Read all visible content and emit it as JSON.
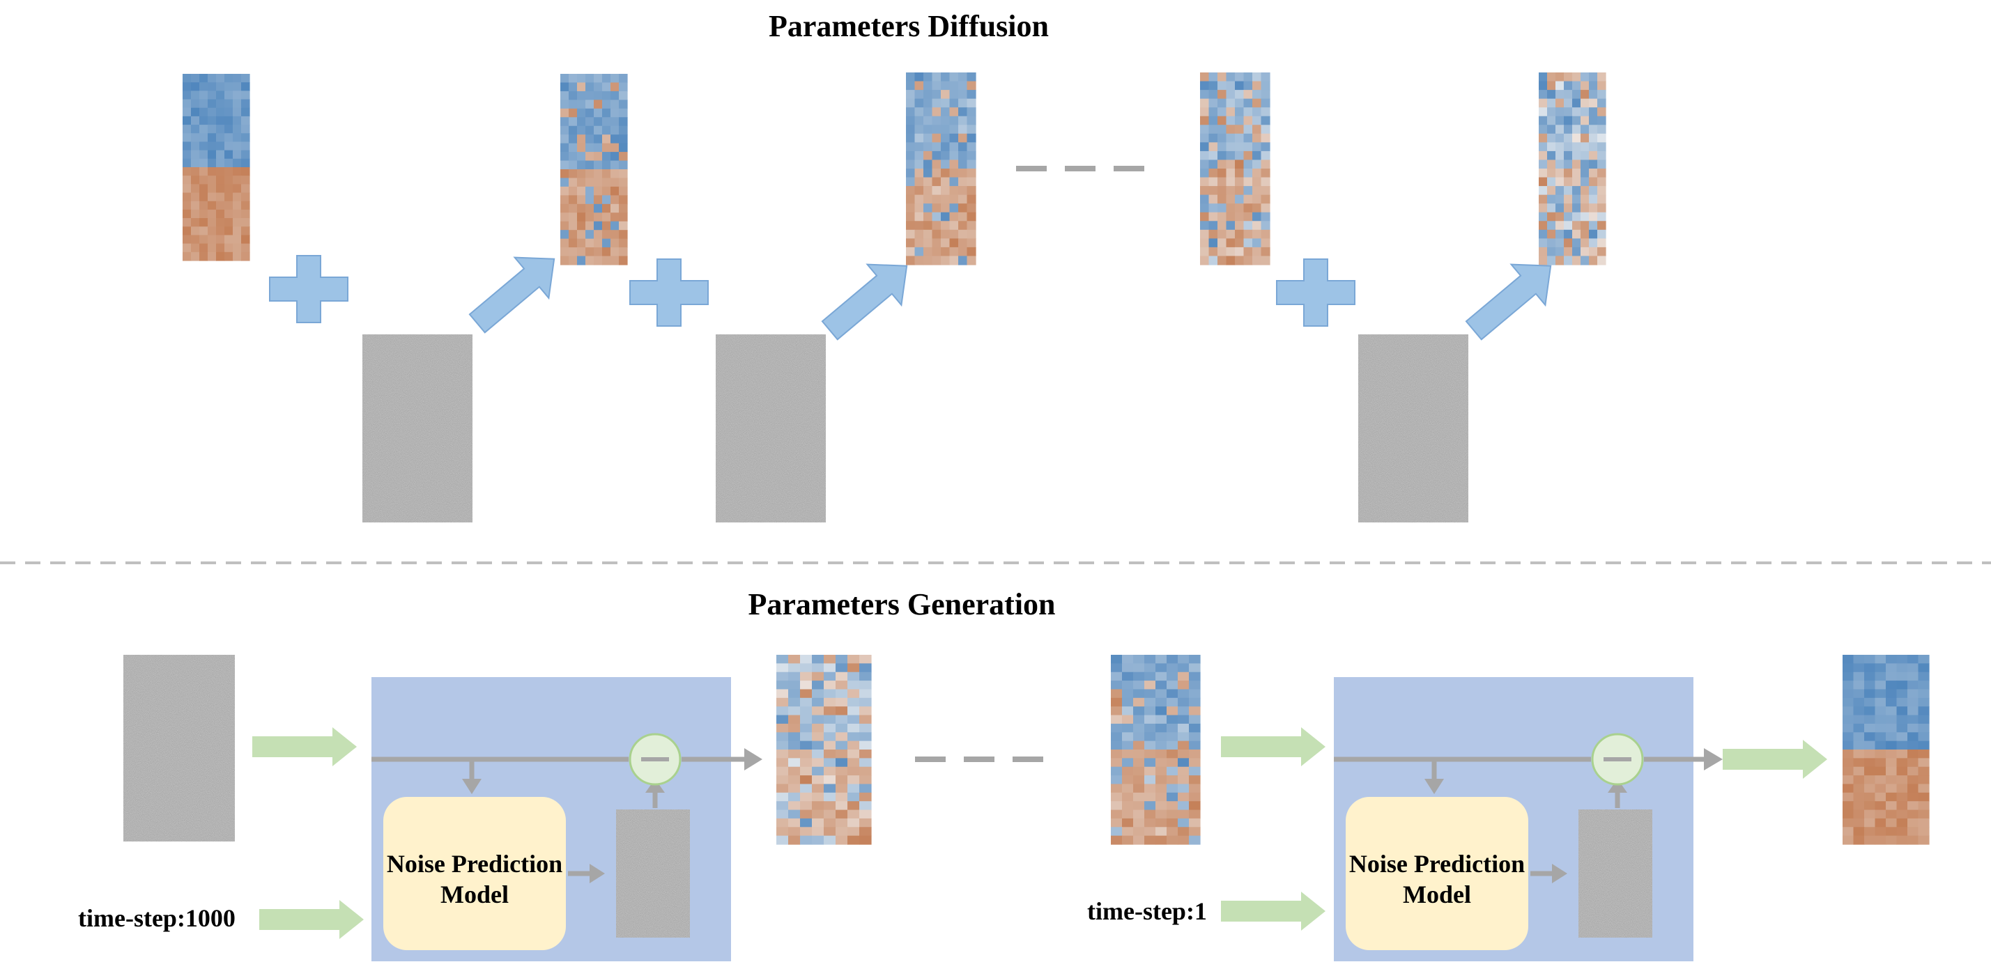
{
  "sections": {
    "diffusion": {
      "title": "Parameters Diffusion"
    },
    "generation": {
      "title": "Parameters Generation",
      "blocks": [
        {
          "model_line1": "Noise Prediction",
          "model_line2": "Model",
          "timestep": "time-step:1000"
        },
        {
          "model_line1": "Noise Prediction",
          "model_line2": "Model",
          "timestep": "time-step:1"
        }
      ]
    }
  },
  "colors": {
    "blue_param": "#4f86bd",
    "orange_param": "#c47f57",
    "noise_gray": "#6b6b6b",
    "plus_arrow": "#9dc3e6",
    "green_arrow": "#c5e0b4",
    "model_box": "#b4c7e7",
    "model_inner": "#fff2cc",
    "gray_arrow": "#a6a6a6",
    "dash": "#a6a6a6"
  },
  "icons": {
    "plus": "plus-icon",
    "diagonal_arrow": "diagonal-arrow-icon",
    "right_arrow": "right-arrow-icon",
    "minus": "minus-circle-icon",
    "ellipsis": "dashed-ellipsis-icon"
  },
  "parameter_noise_levels": {
    "diffusion_stages": [
      0.0,
      0.35,
      0.55,
      0.75,
      1.0
    ],
    "generation_stages": [
      1.0,
      0.5,
      0.0
    ]
  }
}
